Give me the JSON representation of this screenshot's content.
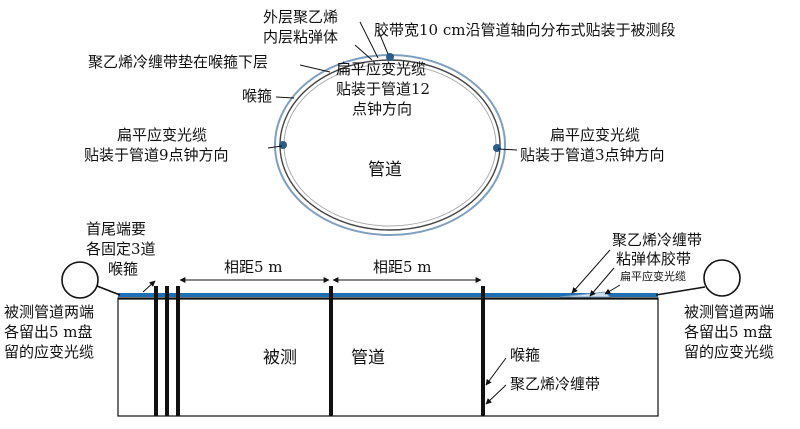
{
  "cross_section": {
    "outer_pe_label": "外层聚乙烯",
    "inner_rubber_label": "内层粘弹体",
    "tape_width_note": "胶带宽10 cm沿管道轴向分布式贴装于被测段",
    "pe_under_clamp_label": "聚乙烯冷缠带垫在喉箍下层",
    "clamp_label": "喉箍",
    "cable_12_label_lines": [
      "扁平应变光缆",
      "贴装于管道12",
      "点钟方向"
    ],
    "cable_9_label_lines": [
      "扁平应变光缆",
      "贴装于管道9点钟方向"
    ],
    "cable_3_label_lines": [
      "扁平应变光缆",
      "贴装于管道3点钟方向"
    ],
    "pipe_label": "管道"
  },
  "side_view": {
    "ends_fixed_lines": [
      "首尾端要",
      "各固定3道",
      "喉箍"
    ],
    "spacing_label_1": "相距5 m",
    "spacing_label_2": "相距5 m",
    "pe_tape_label": "聚乙烯冷缠带",
    "rubber_tape_label": "粘弹体胶带",
    "strain_cable_label": "扁平应变光缆",
    "left_reserve_lines": [
      "被测管道两端",
      "各留出5 m盘",
      "留的应变光缆"
    ],
    "right_reserve_lines": [
      "被测管道两端",
      "各留出5 m盘",
      "留的应变光缆"
    ],
    "pipe_word_1": "被测",
    "pipe_word_2": "管道",
    "clamp_label": "喉箍",
    "pe_tape_bottom_label": "聚乙烯冷缠带"
  },
  "colors": {
    "line": "#111111",
    "cable_blue": "#1f6fb5",
    "pipe_edge": "#7f9fbf",
    "ring_fill": "#cfe0f0"
  }
}
